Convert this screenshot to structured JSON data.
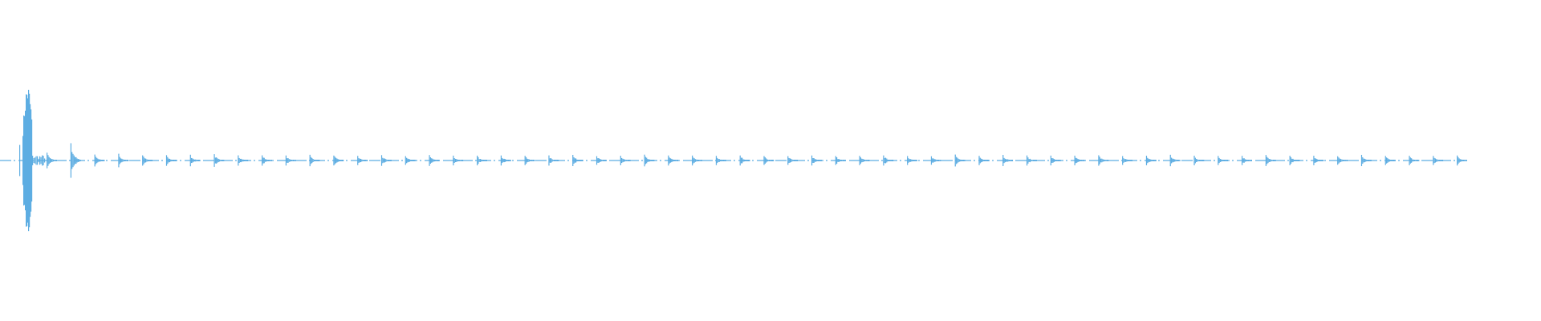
{
  "chart_data": {
    "type": "area",
    "subtype": "audio-waveform",
    "title": "",
    "xlabel": "",
    "ylabel": "",
    "axes_visible": false,
    "grid": false,
    "ylim": [
      -1,
      1
    ],
    "color": "#5dade2",
    "background": "#ffffff",
    "main_burst_amplitude": 1.0,
    "pre_burst_spike_amplitude": 0.2,
    "pulse_amplitudes": [
      0.1,
      0.23,
      0.08,
      0.08,
      0.07,
      0.07,
      0.07,
      0.08,
      0.07,
      0.07,
      0.06,
      0.07,
      0.07,
      0.06,
      0.07,
      0.06,
      0.07,
      0.06,
      0.06,
      0.07,
      0.06,
      0.06,
      0.07,
      0.06,
      0.06,
      0.07,
      0.06,
      0.06,
      0.06,
      0.07,
      0.06,
      0.06,
      0.07,
      0.06,
      0.06,
      0.07,
      0.06,
      0.06,
      0.07,
      0.06,
      0.07,
      0.06,
      0.06,
      0.06,
      0.07,
      0.06,
      0.06,
      0.07,
      0.06,
      0.06,
      0.06,
      0.07,
      0.06,
      0.06,
      0.06,
      0.07,
      0.06,
      0.06,
      0.06,
      0.06
    ],
    "duration_fraction_with_signal": 0.95
  }
}
